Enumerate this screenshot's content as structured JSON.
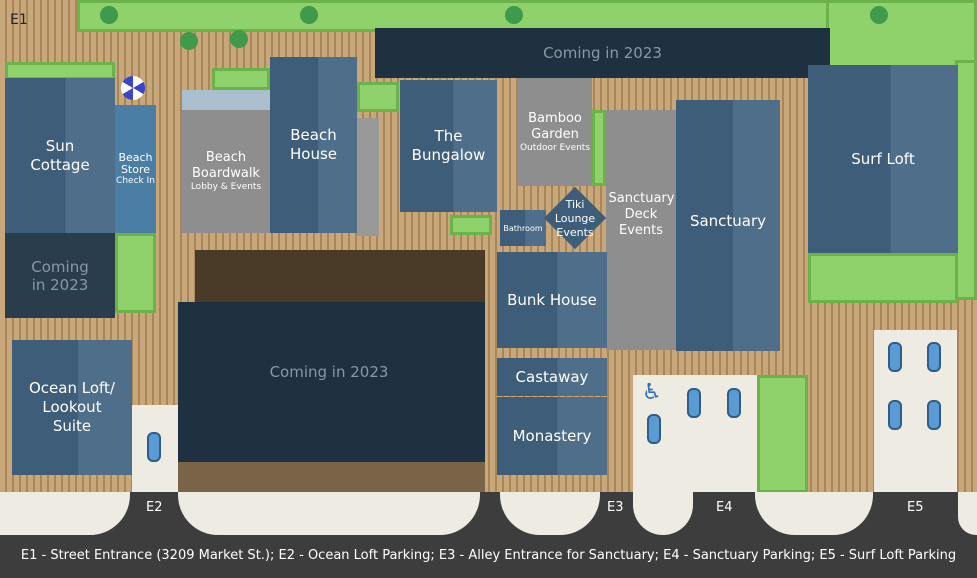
{
  "entrances": {
    "e1": "E1",
    "e2": "E2",
    "e3": "E3",
    "e4": "E4",
    "e5": "E5"
  },
  "buildings": {
    "sun_cottage": "Sun Cottage",
    "beach_store": "Beach Store",
    "beach_store_sub": "Check In",
    "beach_boardwalk": "Beach Boardwalk",
    "beach_boardwalk_sub": "Lobby & Events",
    "beach_house": "Beach House",
    "bungalow": "The Bungalow",
    "bamboo_garden": "Bamboo Garden",
    "bamboo_garden_sub": "Outdoor Events",
    "bathroom": "Bathroom",
    "tiki": "Tiki Lounge Events",
    "sanctuary_deck": "Sanctuary Deck Events",
    "sanctuary": "Sanctuary",
    "surf_loft": "Surf Loft",
    "bunk_house": "Bunk House",
    "castaway": "Castaway",
    "monastery": "Monastery",
    "ocean_loft": "Ocean Loft/ Lookout Suite",
    "coming_top": "Coming in 2023",
    "coming_left": "Coming in 2023",
    "coming_center": "Coming in 2023"
  },
  "legend": {
    "text": "E1 - Street Entrance (3209 Market St.); E2 - Ocean Loft Parking; E3 - Alley Entrance for Sanctuary; E4 - Sanctuary Parking; E5 - Surf Loft Parking"
  },
  "colors": {
    "building": "#3d5d78",
    "grass": "#8fd16a",
    "road": "#3d3d3d"
  }
}
